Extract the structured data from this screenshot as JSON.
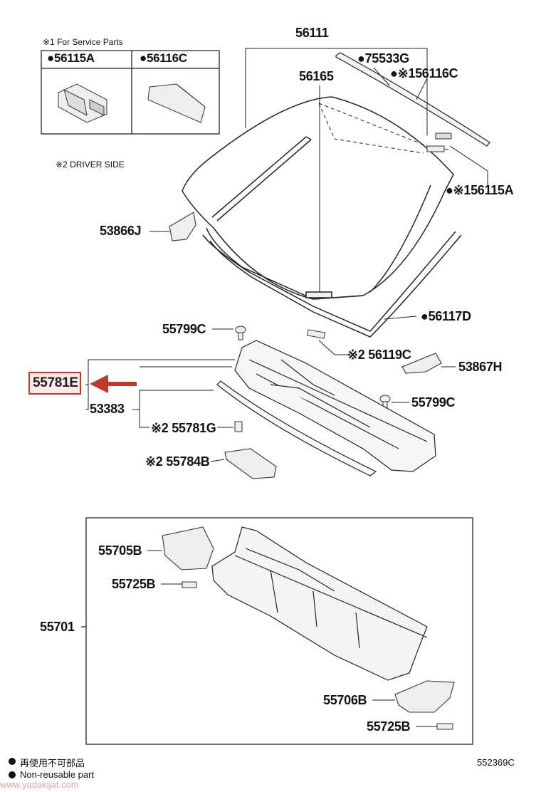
{
  "service_box": {
    "title": "※1 For Service Parts",
    "left_part": "●56115A",
    "right_part": "●56116C"
  },
  "driver_side_note": "※2 DRIVER SIDE",
  "parts": {
    "p56111": "56111",
    "p75533g": "●75533G",
    "p56165": "56165",
    "p56116c": "●※156116C",
    "p56115a": "●※156115A",
    "p53866j": "53866J",
    "p56117d": "●56117D",
    "p55799c_top": "55799C",
    "p56119c": "※2 56119C",
    "p53867h": "53867H",
    "p55781e": "55781E",
    "p55799c_right": "55799C",
    "p53383": "53383",
    "p55781g": "※2 55781G",
    "p55784b": "※2 55784B",
    "p55705b": "55705B",
    "p55725b_top": "55725B",
    "p55701": "55701",
    "p55706b": "55706B",
    "p55725b_bottom": "55725B"
  },
  "legend": {
    "line1": "● 再使用不可部品",
    "line2": "● Non-reusable part"
  },
  "diagram_code": "552369C",
  "watermark": "www.yadakijat.com",
  "colors": {
    "highlight": "#c0392b",
    "highlight_fill": "#fde8e8",
    "line": "#222222"
  }
}
